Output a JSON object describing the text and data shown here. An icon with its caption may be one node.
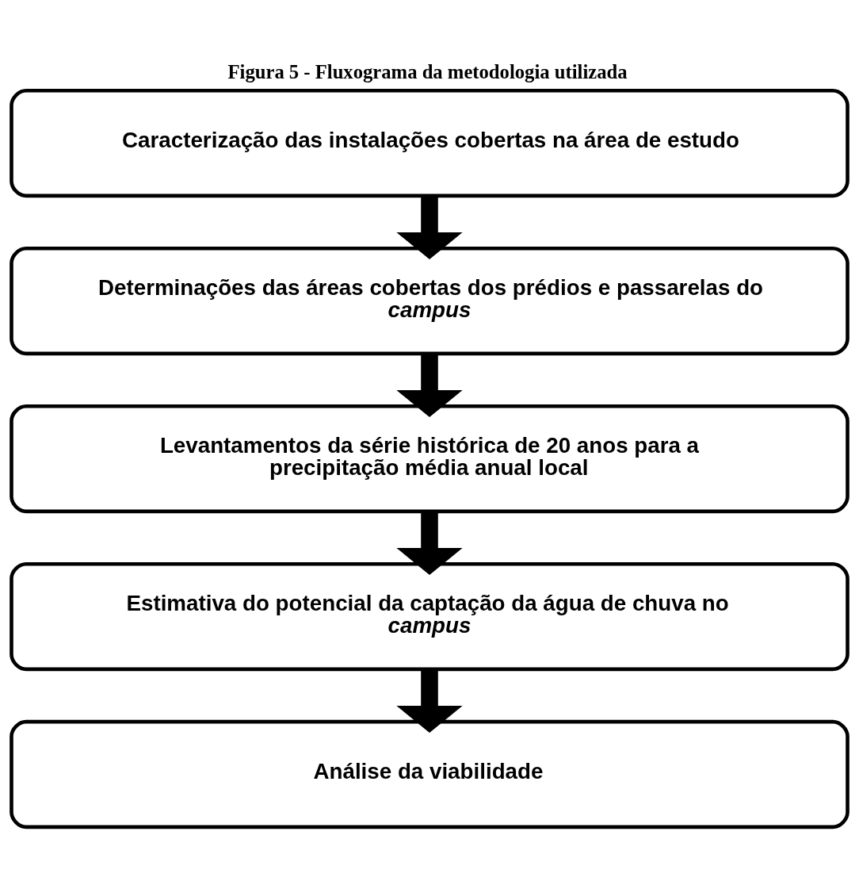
{
  "diagram": {
    "title": "Figura 5 - Fluxograma da metodologia utilizada",
    "nodes": [
      {
        "text": [
          "Caracterização das instalações cobertas na área de estudo"
        ]
      },
      {
        "text": [
          "Determinações das áreas cobertas dos prédios e passarelas do *campus*"
        ]
      },
      {
        "text": [
          "Levantamentos da série histórica de 20 anos para a precipitação média anual local"
        ]
      },
      {
        "text": [
          "Estimativa do potencial da captação da água de chuva no *campus*"
        ]
      },
      {
        "text": [
          "Análise da viabilidade"
        ]
      }
    ],
    "edges": [
      {
        "from": 0,
        "to": 1,
        "arrow": "to"
      },
      {
        "from": 1,
        "to": 2,
        "arrow": "to"
      },
      {
        "from": 2,
        "to": 3,
        "arrow": "to"
      },
      {
        "from": 3,
        "to": 4,
        "arrow": "to"
      }
    ]
  }
}
